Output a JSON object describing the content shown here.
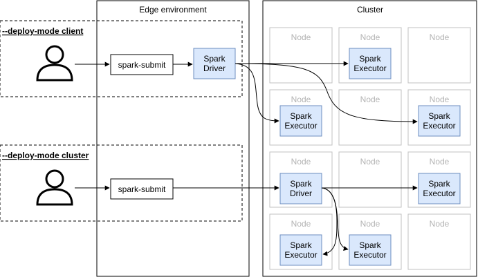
{
  "edge_environment": {
    "title": "Edge environment"
  },
  "cluster": {
    "title": "Cluster",
    "node_label": "Node"
  },
  "modes": {
    "client_label": "--deploy-mode client",
    "cluster_label": "--deploy-mode cluster"
  },
  "components": {
    "spark_submit": "spark-submit",
    "spark_driver_line1": "Spark",
    "spark_driver_line2": "Driver",
    "spark_executor_line1": "Spark",
    "spark_executor_line2": "Executor"
  },
  "colors": {
    "stroke": "#000000",
    "node_border": "#c0c0c0",
    "node_text": "#b3b3b3",
    "spark_fill": "#dae8fc",
    "spark_stroke": "#6c8ebf"
  }
}
